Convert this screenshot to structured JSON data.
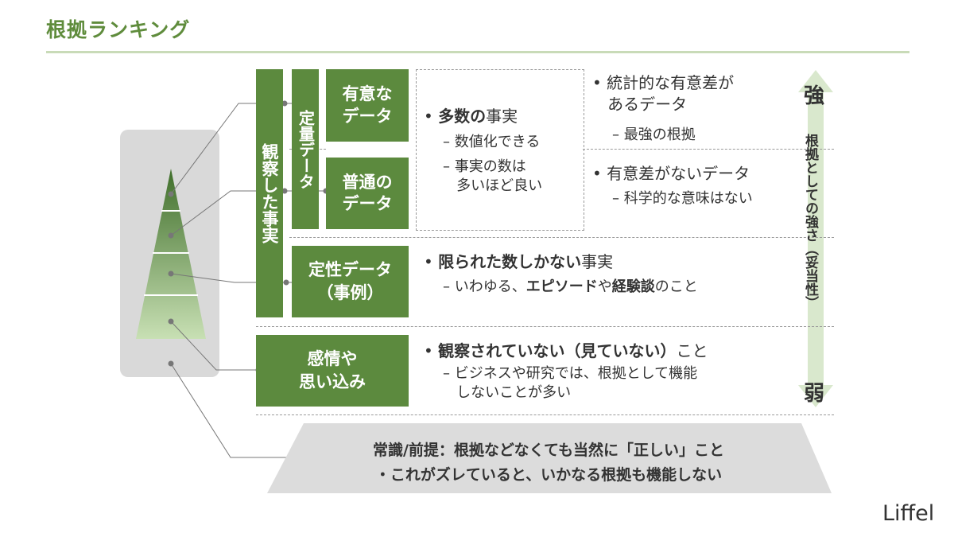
{
  "title": "根拠ランキング",
  "labels": {
    "observed": "観察した事実",
    "quantitative": "定量データ",
    "significant": "有意な\nデータ",
    "ordinary": "普通の\nデータ",
    "qualitative": "定性データ\n（事例）",
    "feelings": "感情や\n思い込み"
  },
  "quant_desc": {
    "head_strong": "多数の",
    "head_rest": "事実",
    "sub1": "– 数値化できる",
    "sub2": "– 事実の数は\n   多いほど良い"
  },
  "significant_desc": {
    "bullet": "• 統計的な有意差が\n   あるデータ",
    "sub": "– 最強の根拠"
  },
  "ordinary_desc": {
    "bullet": "• 有意差がないデータ",
    "sub": "– 科学的な意味はない"
  },
  "qual_desc": {
    "head_strong": "限られた数しかない",
    "head_rest": "事実",
    "sub_a": "– いわゆる、",
    "sub_b": "エピソード",
    "sub_c": "や",
    "sub_d": "経験談",
    "sub_e": "のこと"
  },
  "feel_desc": {
    "head_strong": "観察されていない（見ていない）",
    "head_rest": "こと",
    "sub": "– ビジネスや研究では、根拠として機能\n   しないことが多い"
  },
  "scale": {
    "strong": "強",
    "weak": "弱",
    "label": "根拠としての強さ（妥当性）"
  },
  "bottom": {
    "line1": "常識/前提：根拠などなくても当然に「正しい」こと",
    "line2": "・これがズレていると、いかなる根拠も機能しない"
  },
  "logo": "Liffel",
  "colors": {
    "green": "#5c8a3e",
    "title_green": "#5f8c3c",
    "panel_gray": "#d9d9d9",
    "arrow_green": "#d9e8cd"
  }
}
